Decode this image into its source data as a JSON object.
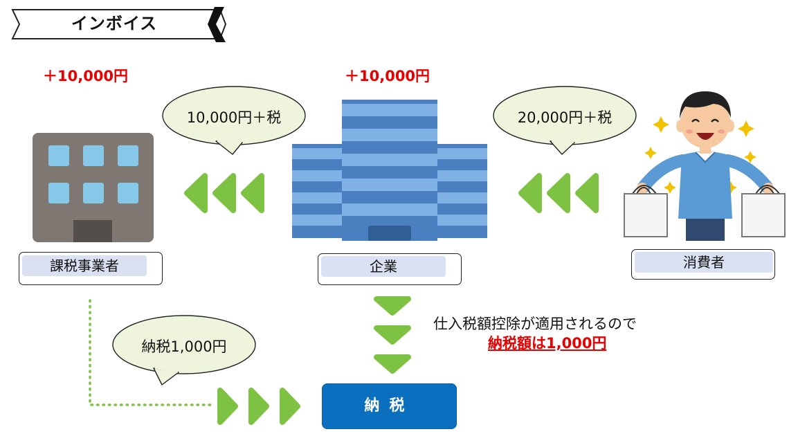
{
  "title": "インボイス",
  "amounts": {
    "left": "＋10,000円",
    "center": "＋10,000円"
  },
  "bubbles": {
    "left_price": "10,000円＋税",
    "right_price": "20,000円＋税",
    "tax_paid": "納税1,000円"
  },
  "labels": {
    "business": "課税事業者",
    "company": "企業",
    "consumer": "消費者"
  },
  "note": {
    "line1": "仕入税額控除が適用されるので",
    "line2": "納税額は1,000円"
  },
  "tax_button": "納税",
  "colors": {
    "red": "#e60000",
    "green_arrow": "#7dc242",
    "bubble_fill": "#eef5dc",
    "label_fill": "#d9e1f2",
    "tax_button": "#0b6fc0",
    "building_gray": "#7f7772",
    "window_blue": "#87c8e8",
    "company_blue_light": "#6fa3dc",
    "company_blue_dark": "#4a7fc0"
  },
  "icons": [
    "office-building-icon",
    "company-tower-icon",
    "happy-shopper-icon"
  ]
}
